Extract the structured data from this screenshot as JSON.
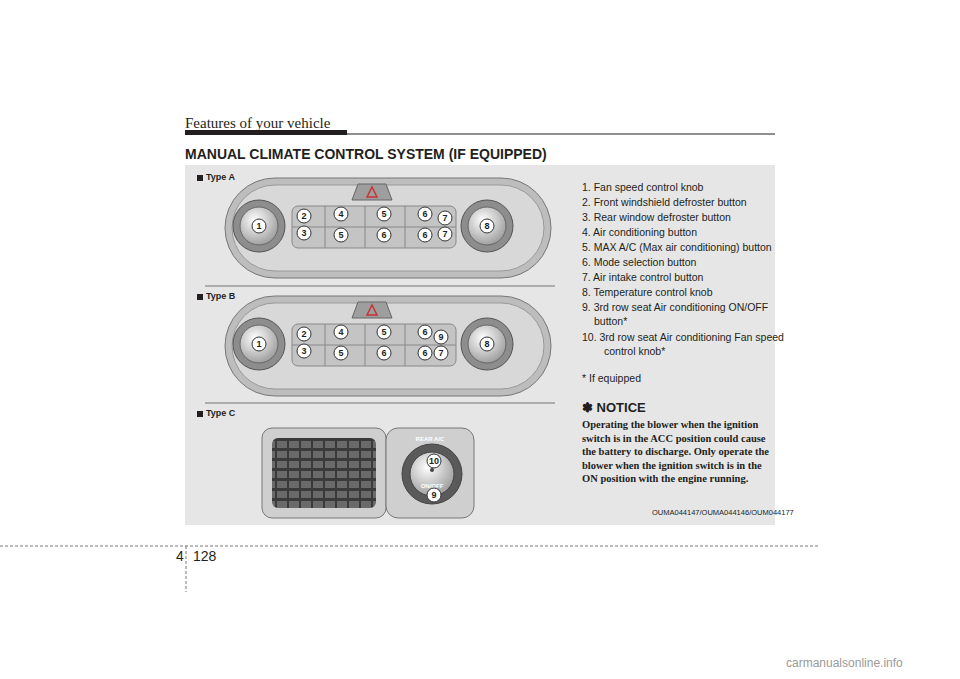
{
  "diagram": {
    "title": "MANUAL CLIMATE CONTROL SYSTEM (IF EQUIPPED)",
    "labels": [
      "Features of your vehicle",
      "Type A",
      "Type B",
      "Type C",
      "1. Fan speed control knob",
      "2. Front windshield defroster button",
      "3. Rear window defroster button",
      "4. Air conditioning button",
      "5. MAX A/C (Max air conditioning) button",
      "6. Mode selection button",
      "7. Air intake control button",
      "8. Temperature control knob",
      "9. 3rd row seat Air conditioning ON/OFF button*",
      "10. 3rd row seat Air conditioning Fan speed control knob*",
      "* If equipped",
      "✽ NOTICE",
      "Operating the blower when the ignition switch is in the ACC position could cause the battery to discharge. Only operate the blower when the ignition switch is in the ON position with the engine running.",
      "OUMA044147/OUMA044146/OUM044177",
      "4",
      "128",
      "carmanualsonline.info",
      "1",
      "2",
      "3",
      "4",
      "5",
      "6",
      "7",
      "5",
      "6",
      "6",
      "7",
      "8",
      "1",
      "2",
      "3",
      "4",
      "5",
      "6",
      "9",
      "5",
      "6",
      "6",
      "7",
      "8",
      "REAR A/C",
      "10",
      "ON/OFF",
      "9"
    ]
  }
}
